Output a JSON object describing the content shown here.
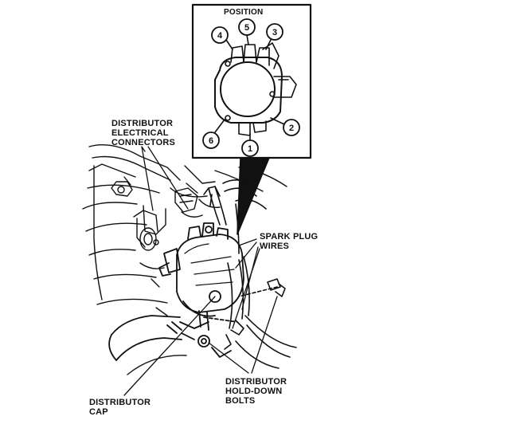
{
  "inset": {
    "title": "POSITION",
    "cylinder_numbers": [
      "1",
      "2",
      "3",
      "4",
      "5",
      "6"
    ]
  },
  "labels": {
    "distributor_connectors": [
      "DISTRIBUTOR",
      "ELECTRICAL",
      "CONNECTORS"
    ],
    "spark_plug_wires": [
      "SPARK PLUG",
      "WIRES"
    ],
    "hold_down_bolts": [
      "DISTRIBUTOR",
      "HOLD-DOWN",
      "BOLTS"
    ],
    "distributor_cap": [
      "DISTRIBUTOR",
      "CAP"
    ]
  },
  "colors": {
    "ink": "#111111",
    "paper": "#ffffff"
  }
}
